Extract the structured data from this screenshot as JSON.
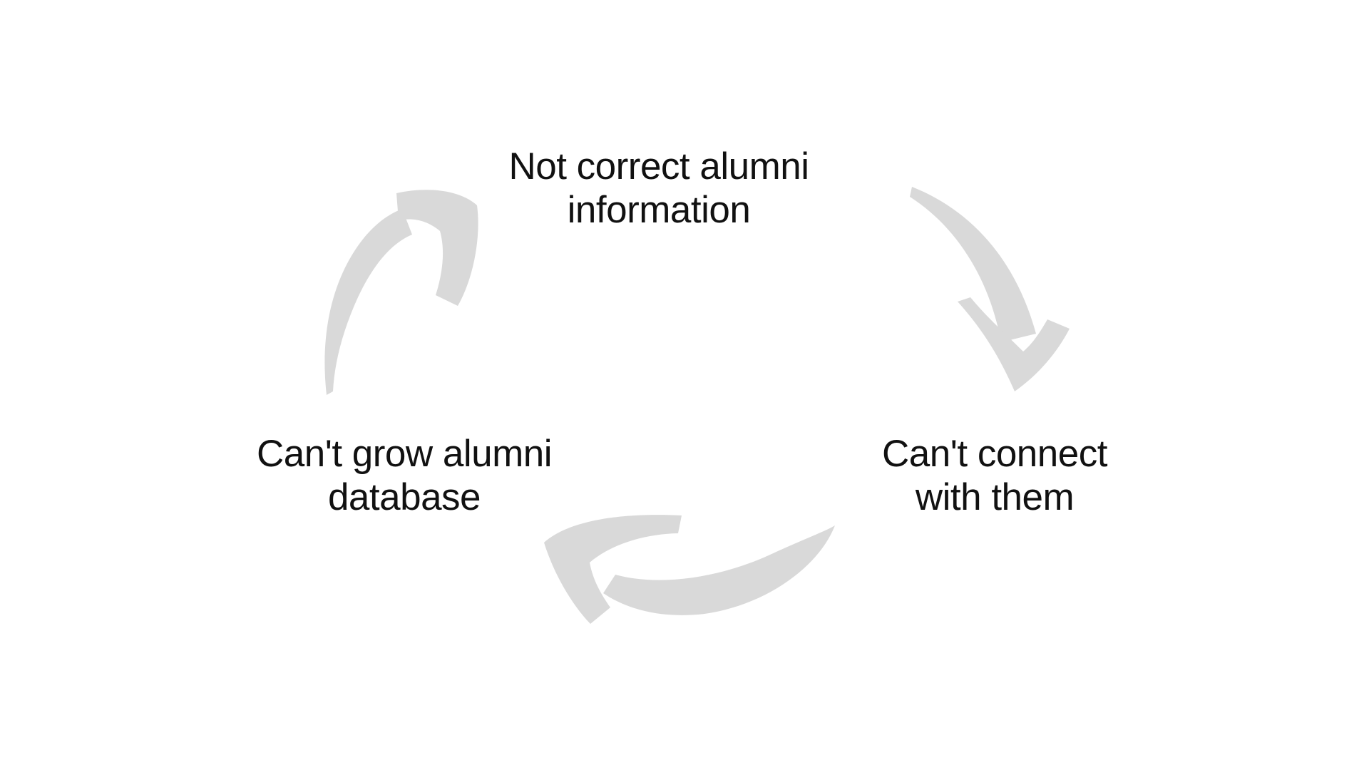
{
  "diagram": {
    "type": "cycle",
    "direction": "clockwise",
    "colors": {
      "background": "#ffffff",
      "text": "#111111",
      "arrow": "#d9d9d9"
    },
    "nodes": [
      {
        "id": "top",
        "label": "Not correct alumni information",
        "lines": [
          "Not correct alumni",
          "information"
        ]
      },
      {
        "id": "right",
        "label": "Can't connect with them",
        "lines": [
          "Can't connect",
          "with them"
        ]
      },
      {
        "id": "left",
        "label": "Can't grow alumni database",
        "lines": [
          "Can't grow alumni",
          "database"
        ]
      }
    ],
    "arrows": [
      {
        "id": "top-to-right",
        "from": "Not correct alumni information",
        "to": "Can't connect with them"
      },
      {
        "id": "right-to-left",
        "from": "Can't connect with them",
        "to": "Can't grow alumni database"
      },
      {
        "id": "left-to-top",
        "from": "Can't grow alumni database",
        "to": "Not correct alumni information"
      }
    ]
  }
}
